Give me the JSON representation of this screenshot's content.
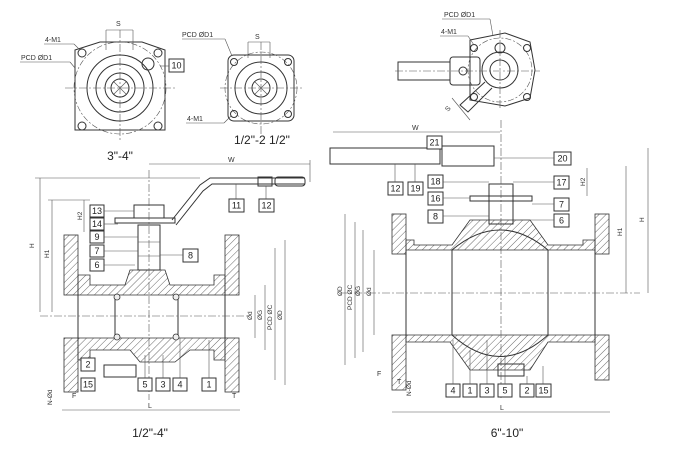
{
  "captions": {
    "top_left_view": "3\"-4\"",
    "top_mid_view": "1/2\"-2 1/2\"",
    "bottom_left_view": "1/2\"-4\"",
    "bottom_right_view": "6\"-10\""
  },
  "annotations": {
    "s": "S",
    "four_m1": "4-M1",
    "pcd_d1": "PCD ØD1",
    "pcd_d1_alt": "PCD ØD1",
    "w": "W",
    "h": "H",
    "h1": "H1",
    "h2": "H2",
    "l": "L",
    "t": "T",
    "f": "F",
    "n_phi_d": "N-Ød",
    "phi_d": "Ød",
    "phi_d_upper": "ØD",
    "phi_g": "ØG",
    "pcd_c": "PCD ØC"
  },
  "part_tags_left": [
    "13",
    "14",
    "9",
    "7",
    "6",
    "8",
    "11",
    "12",
    "2",
    "15",
    "5",
    "3",
    "4",
    "1",
    "10"
  ],
  "part_tags_right": [
    "21",
    "20",
    "12",
    "19",
    "18",
    "16",
    "8",
    "17",
    "7",
    "6",
    "4",
    "1",
    "3",
    "5",
    "2",
    "15"
  ],
  "colors": {
    "line": "#333333",
    "background": "#ffffff"
  }
}
